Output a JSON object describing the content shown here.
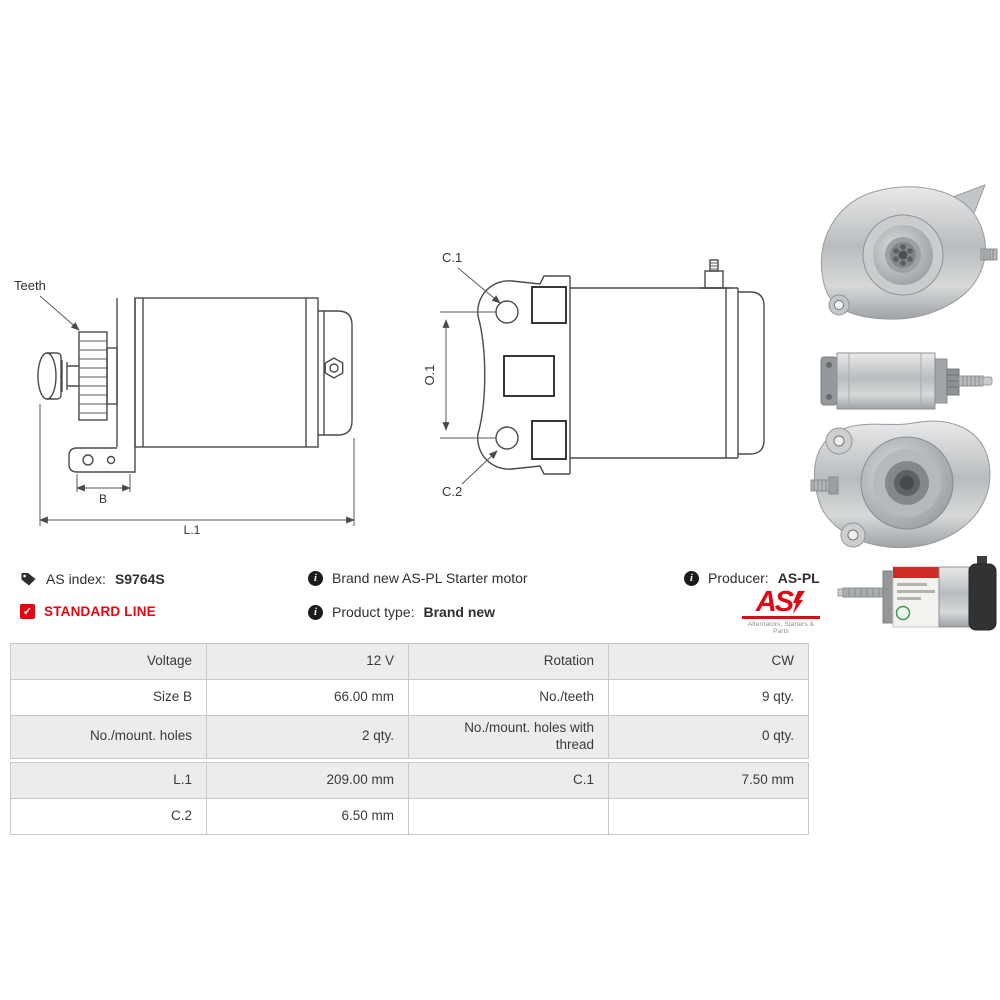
{
  "info": {
    "as_index": {
      "label": "AS index:",
      "value": "S9764S"
    },
    "standard_line": "STANDARD LINE",
    "description": "Brand new AS-PL Starter motor",
    "product_type": {
      "label": "Product type:",
      "value": "Brand new"
    },
    "producer": {
      "label": "Producer:",
      "value": "AS-PL"
    }
  },
  "logo": {
    "text": "AS",
    "tagline": "Alternators, Starters & Parts"
  },
  "icons": {
    "tags": "tags-icon",
    "info": "info-icon",
    "check": "check-icon",
    "info_glyph": "i",
    "check_glyph": "✓"
  },
  "diagram": {
    "side_view": {
      "teeth": "Teeth",
      "dim_b": "B",
      "dim_l1": "L.1"
    },
    "end_view": {
      "dim_c1": "C.1",
      "dim_o1": "O.1",
      "dim_c2": "C.2"
    }
  },
  "colors": {
    "accent_red": "#e30613",
    "row_shaded": "#ececec",
    "cell_border": "#c9c9c9",
    "text": "#3a3a3a"
  },
  "spec_table": {
    "sections": [
      {
        "rows": [
          {
            "cells": [
              "Voltage",
              "12 V",
              "Rotation",
              "CW"
            ]
          },
          {
            "cells": [
              "Size B",
              "66.00 mm",
              "No./teeth",
              "9 qty."
            ]
          },
          {
            "cells": [
              "No./mount. holes",
              "2 qty.",
              "No./mount. holes with thread",
              "0 qty."
            ]
          }
        ]
      },
      {
        "rows": [
          {
            "cells": [
              "L.1",
              "209.00 mm",
              "C.1",
              "7.50 mm"
            ]
          },
          {
            "cells": [
              "C.2",
              "6.50 mm",
              "",
              ""
            ]
          }
        ]
      }
    ]
  }
}
